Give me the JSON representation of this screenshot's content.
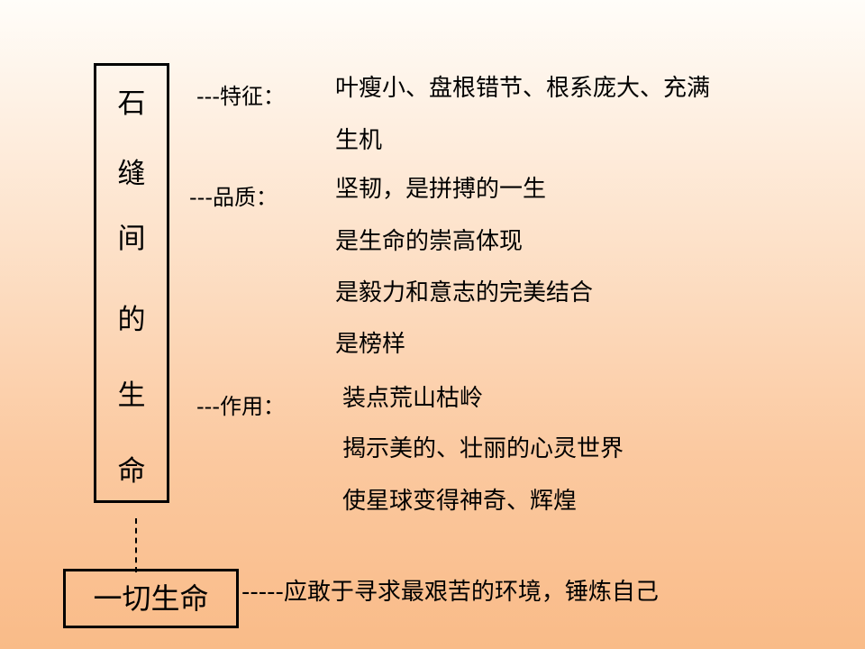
{
  "main_box": {
    "chars": [
      "石",
      "缝",
      "间",
      "的",
      "生",
      "命"
    ]
  },
  "sections": {
    "features": {
      "label": "---特征：",
      "lines": [
        "叶瘦小、盘根错节、根系庞大、充满",
        "生机"
      ]
    },
    "quality": {
      "label": "---品质：",
      "lines": [
        "坚韧，是拼搏的一生",
        "是生命的崇高体现",
        "是毅力和意志的完美结合",
        "是榜样"
      ]
    },
    "effect": {
      "label": "---作用：",
      "lines": [
        "装点荒山枯岭",
        "揭示美的、壮丽的心灵世界",
        "使星球变得神奇、辉煌"
      ]
    }
  },
  "bottom": {
    "box_label": "一切生命",
    "text": "-----应敢于寻求最艰苦的环境，锤炼自己"
  }
}
